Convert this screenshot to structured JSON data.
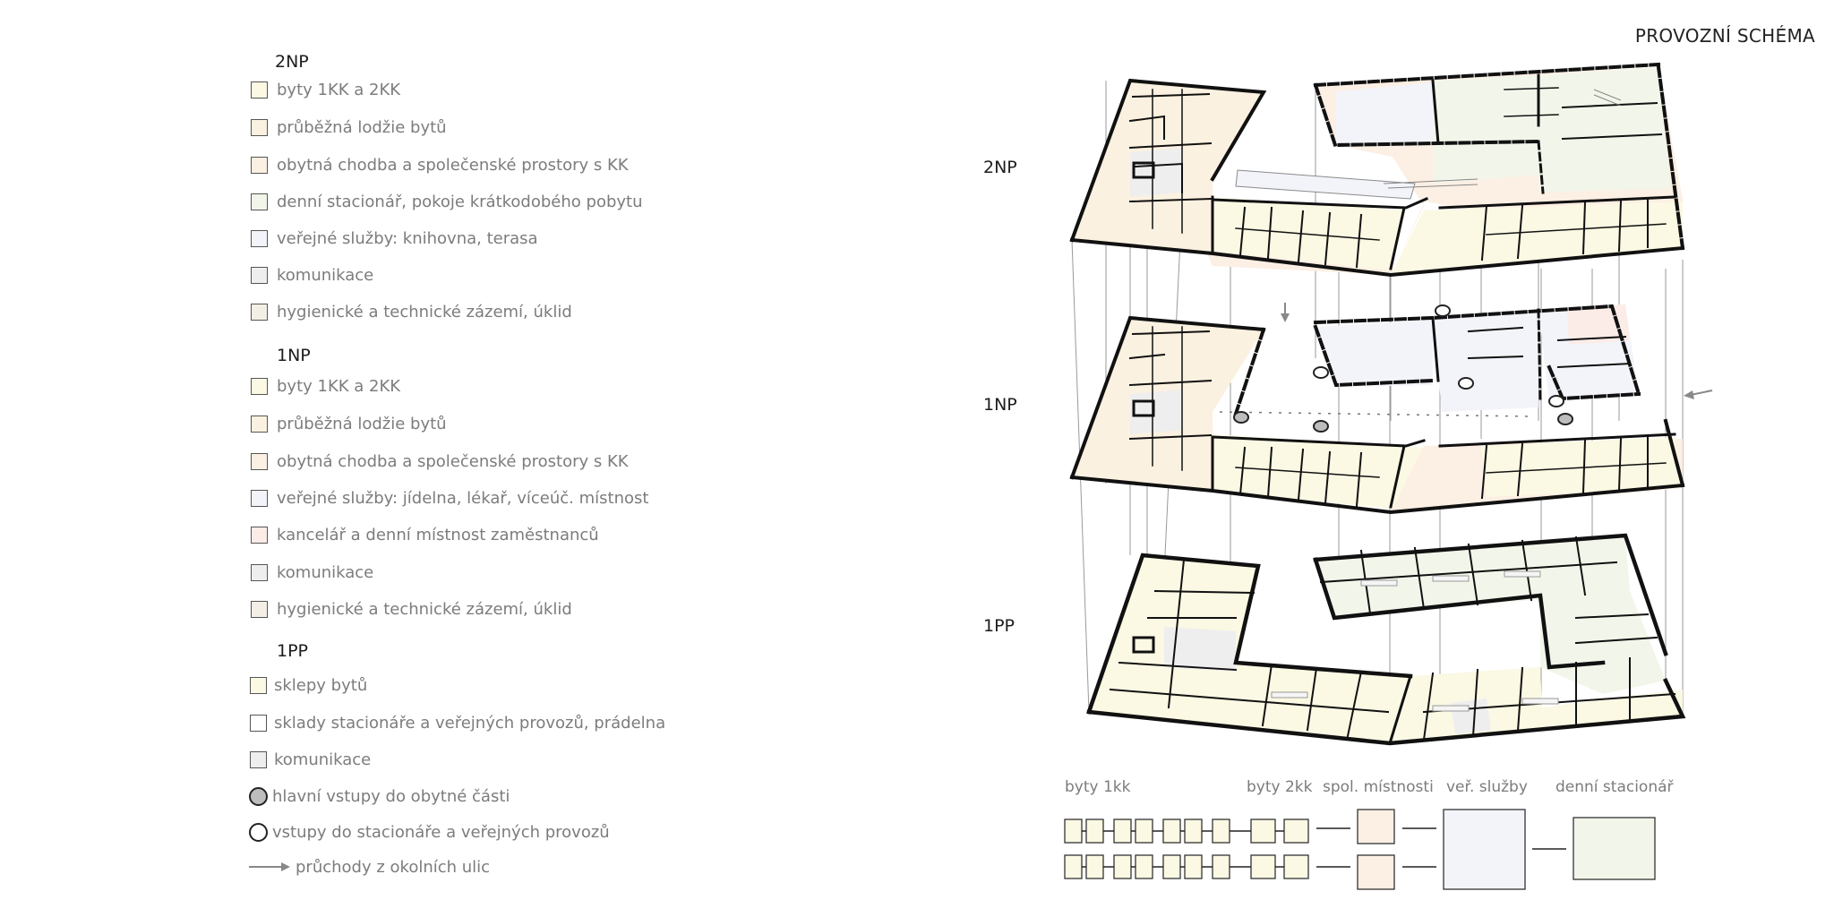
{
  "title": "PROVOZNÍ SCHÉMA",
  "colors": {
    "byty": "#fbf8e3",
    "lodzie": "#fbf1e0",
    "chodba": "#fcefe3",
    "stacionar": "#f2f6ea",
    "verejne": "#f2f4fa",
    "kancelar": "#fcece8",
    "komunikace": "#eeeeee",
    "hygiena": "#f4efe6",
    "entry_main": "#bdbdbd",
    "entry_other": "#ffffff"
  },
  "legend": {
    "np2": {
      "heading": "2NP",
      "items": [
        {
          "label": "byty 1KK a 2KK",
          "color": "#fbf8e3"
        },
        {
          "label": "průběžná lodžie bytů",
          "color": "#fbf1e0"
        },
        {
          "label": "obytná chodba a společenské prostory s KK",
          "color": "#fcefe3"
        },
        {
          "label": "denní stacionář, pokoje krátkodobého pobytu",
          "color": "#f2f6ea"
        },
        {
          "label": "veřejné služby: knihovna, terasa",
          "color": "#f2f4fa"
        },
        {
          "label": "komunikace",
          "color": "#eeeeee"
        },
        {
          "label": "hygienické a technické zázemí, úklid",
          "color": "#f4efe6"
        }
      ]
    },
    "np1": {
      "heading": "1NP",
      "items": [
        {
          "label": "byty 1KK a 2KK",
          "color": "#fbf8e3"
        },
        {
          "label": "průběžná lodžie bytů",
          "color": "#fbf1e0"
        },
        {
          "label": "obytná chodba a společenské prostory s KK",
          "color": "#fcefe3"
        },
        {
          "label": "veřejné služby: jídelna, lékař, víceúč. místnost",
          "color": "#f2f4fa"
        },
        {
          "label": "kancelář a denní místnost zaměstnanců",
          "color": "#fcece8"
        },
        {
          "label": "komunikace",
          "color": "#eeeeee"
        },
        {
          "label": "hygienické a technické zázemí, úklid",
          "color": "#f4efe6"
        }
      ]
    },
    "pp1": {
      "heading": "1PP",
      "items": [
        {
          "label": "sklepy bytů",
          "color": "#fbf8e3"
        },
        {
          "label": "sklady stacionáře a veřejných provozů, prádelna",
          "color": "#ffffff"
        },
        {
          "label": "komunikace",
          "color": "#eeeeee"
        }
      ]
    },
    "symbols": {
      "main_entry": "hlavní vstupy do obytné části",
      "other_entry": "vstupy do stacionáře a veřejných provozů",
      "passage": "průchody z okolních ulic"
    }
  },
  "floors": [
    "2NP",
    "1NP",
    "1PP"
  ],
  "schema": {
    "labels": [
      "byty 1kk",
      "byty 2kk",
      "spol. místnosti",
      "veř. služby",
      "denní stacionář"
    ]
  }
}
